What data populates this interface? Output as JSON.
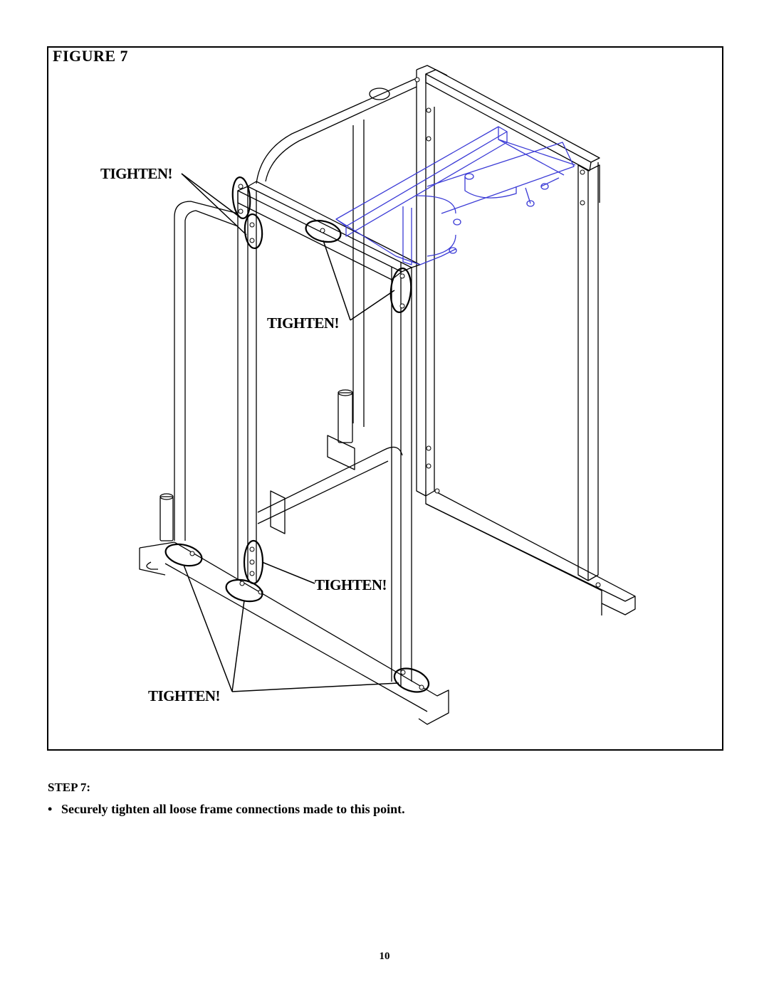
{
  "figure": {
    "title": "FIGURE 7",
    "callouts": [
      "TIGHTEN!",
      "TIGHTEN!",
      "TIGHTEN!",
      "TIGHTEN!"
    ]
  },
  "step": {
    "heading": "STEP 7:",
    "bullet": "•",
    "instruction": "Securely tighten all loose frame connections made to this point."
  },
  "page_number": "10",
  "colors": {
    "frame_line": "#000000",
    "highlight_assembly": "#3b3bd6"
  },
  "illustration": {
    "subject": "power-rack-frame",
    "icons": [
      "bolt-icon"
    ]
  }
}
